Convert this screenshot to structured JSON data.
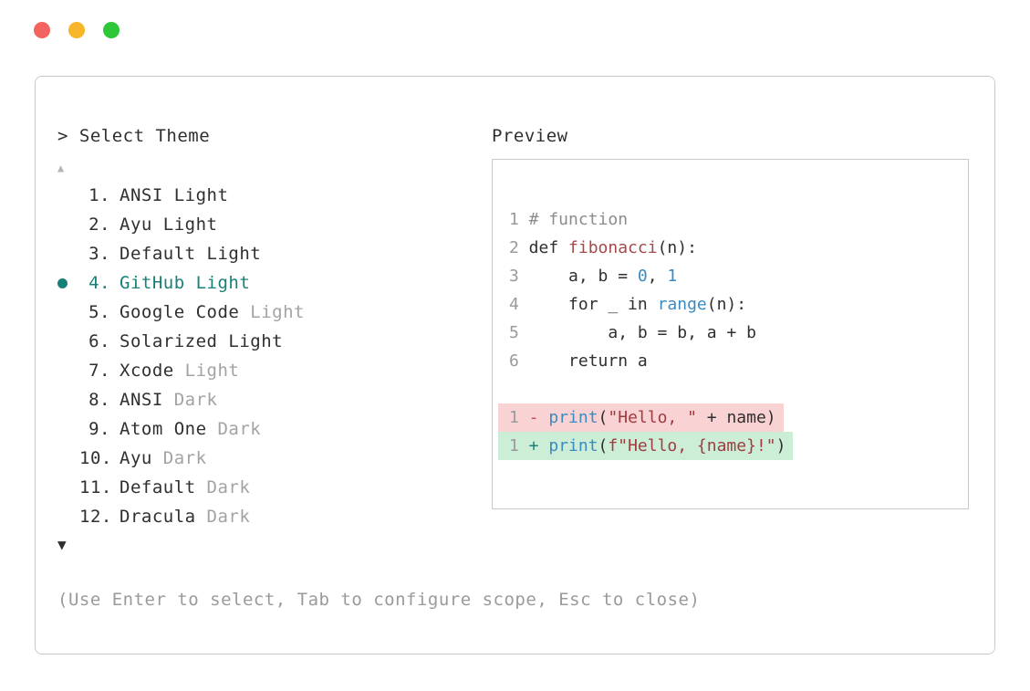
{
  "window": {
    "controls": [
      {
        "name": "close"
      },
      {
        "name": "minimize"
      },
      {
        "name": "zoom"
      }
    ]
  },
  "colors": {
    "accent_teal": "#178079",
    "text": "#2f2f2f",
    "muted": "#a3a3a3",
    "hint": "#9a9a9a",
    "border": "#c9c9c9",
    "traffic_red": "#f4645f",
    "traffic_yellow": "#f7b529",
    "traffic_green": "#2dc737",
    "diff_removed_bg": "#f9d2d3",
    "diff_added_bg": "#cdeed6",
    "code_comment": "#8a8d8f",
    "code_function": "#a8484b",
    "code_blue": "#3a8bc2",
    "code_string": "#a03b40"
  },
  "prompt": {
    "title": "> Select Theme",
    "scroll_up_indicator": "▲",
    "scroll_down_indicator": "▼",
    "hint": "(Use Enter to select, Tab to configure scope, Esc to close)"
  },
  "theme_list": {
    "selected_index": 3,
    "items": [
      {
        "number": "1.",
        "segments": [
          {
            "t": "ANSI Light",
            "m": false
          }
        ]
      },
      {
        "number": "2.",
        "segments": [
          {
            "t": "Ayu Light",
            "m": false
          }
        ]
      },
      {
        "number": "3.",
        "segments": [
          {
            "t": "Default Light",
            "m": false
          }
        ]
      },
      {
        "number": "4.",
        "segments": [
          {
            "t": "GitHub Light",
            "m": false
          }
        ]
      },
      {
        "number": "5.",
        "segments": [
          {
            "t": "Google Code ",
            "m": false
          },
          {
            "t": "Light",
            "m": true
          }
        ]
      },
      {
        "number": "6.",
        "segments": [
          {
            "t": "Solarized Light",
            "m": false
          }
        ]
      },
      {
        "number": "7.",
        "segments": [
          {
            "t": "Xcode ",
            "m": false
          },
          {
            "t": "Light",
            "m": true
          }
        ]
      },
      {
        "number": "8.",
        "segments": [
          {
            "t": "ANSI ",
            "m": false
          },
          {
            "t": "Dark",
            "m": true
          }
        ]
      },
      {
        "number": "9.",
        "segments": [
          {
            "t": "Atom One ",
            "m": false
          },
          {
            "t": "Dark",
            "m": true
          }
        ]
      },
      {
        "number": "10.",
        "segments": [
          {
            "t": "Ayu ",
            "m": false
          },
          {
            "t": "Dark",
            "m": true
          }
        ]
      },
      {
        "number": "11.",
        "segments": [
          {
            "t": "Default ",
            "m": false
          },
          {
            "t": "Dark",
            "m": true
          }
        ]
      },
      {
        "number": "12.",
        "segments": [
          {
            "t": "Dracula ",
            "m": false
          },
          {
            "t": "Dark",
            "m": true
          }
        ]
      }
    ]
  },
  "preview": {
    "label": "Preview",
    "lines": [
      {
        "num": "1",
        "tokens": [
          {
            "t": "# function",
            "c": "comment"
          }
        ]
      },
      {
        "num": "2",
        "tokens": [
          {
            "t": "def ",
            "c": "plain"
          },
          {
            "t": "fibonacci",
            "c": "func"
          },
          {
            "t": "(n):",
            "c": "plain"
          }
        ]
      },
      {
        "num": "3",
        "tokens": [
          {
            "t": "    a, b = ",
            "c": "plain"
          },
          {
            "t": "0",
            "c": "num"
          },
          {
            "t": ", ",
            "c": "plain"
          },
          {
            "t": "1",
            "c": "num"
          }
        ]
      },
      {
        "num": "4",
        "tokens": [
          {
            "t": "    for _ in ",
            "c": "plain"
          },
          {
            "t": "range",
            "c": "builtin"
          },
          {
            "t": "(n):",
            "c": "plain"
          }
        ]
      },
      {
        "num": "5",
        "tokens": [
          {
            "t": "        a, b = b, a + b",
            "c": "plain"
          }
        ]
      },
      {
        "num": "6",
        "tokens": [
          {
            "t": "    return a",
            "c": "plain"
          }
        ]
      },
      {
        "blank": true
      },
      {
        "num": "1",
        "bg": "removed",
        "tokens": [
          {
            "t": "- ",
            "c": "diff-minus"
          },
          {
            "t": "print",
            "c": "builtin"
          },
          {
            "t": "(",
            "c": "plain"
          },
          {
            "t": "\"Hello, \"",
            "c": "string"
          },
          {
            "t": " + name)",
            "c": "plain"
          }
        ]
      },
      {
        "num": "1",
        "bg": "added",
        "tokens": [
          {
            "t": "+ ",
            "c": "diff-plus"
          },
          {
            "t": "print",
            "c": "builtin"
          },
          {
            "t": "(",
            "c": "plain"
          },
          {
            "t": "f\"Hello, {name}!\"",
            "c": "string"
          },
          {
            "t": ")",
            "c": "plain"
          }
        ]
      }
    ]
  }
}
